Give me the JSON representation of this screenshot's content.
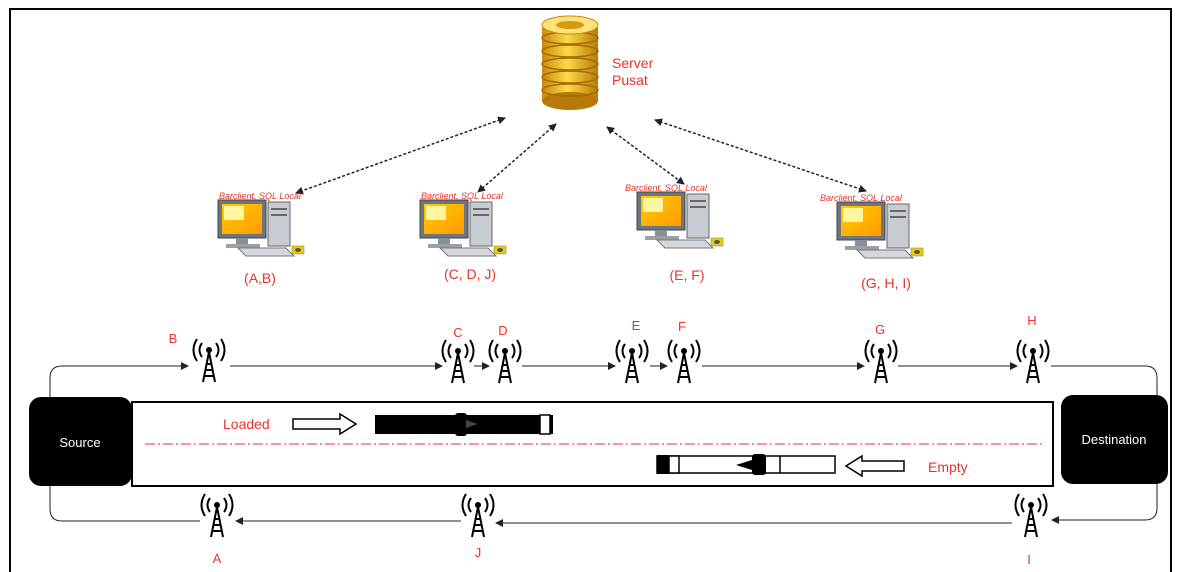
{
  "server": {
    "label_line1": "Server",
    "label_line2": "Pusat"
  },
  "clients": [
    {
      "caption": "Barclient, SQL Local",
      "group": "(A,B)"
    },
    {
      "caption": "Barclient, SQL Local",
      "group": "(C, D, J)"
    },
    {
      "caption": "Barclient, SQL Local",
      "group": "(E, F)"
    },
    {
      "caption": "Barclient, SQL Local",
      "group": "(G, H, I)"
    }
  ],
  "towers_top": [
    "B",
    "C",
    "D",
    "E",
    "F",
    "G",
    "H"
  ],
  "towers_bottom": [
    "A",
    "J",
    "I"
  ],
  "source": {
    "label": "Source"
  },
  "destination": {
    "label": "Destination"
  },
  "track": {
    "loaded_label": "Loaded",
    "empty_label": "Empty"
  },
  "colors": {
    "label_red": "#e8332a",
    "box_black": "#000000",
    "dashed_red": "#e8332a"
  }
}
